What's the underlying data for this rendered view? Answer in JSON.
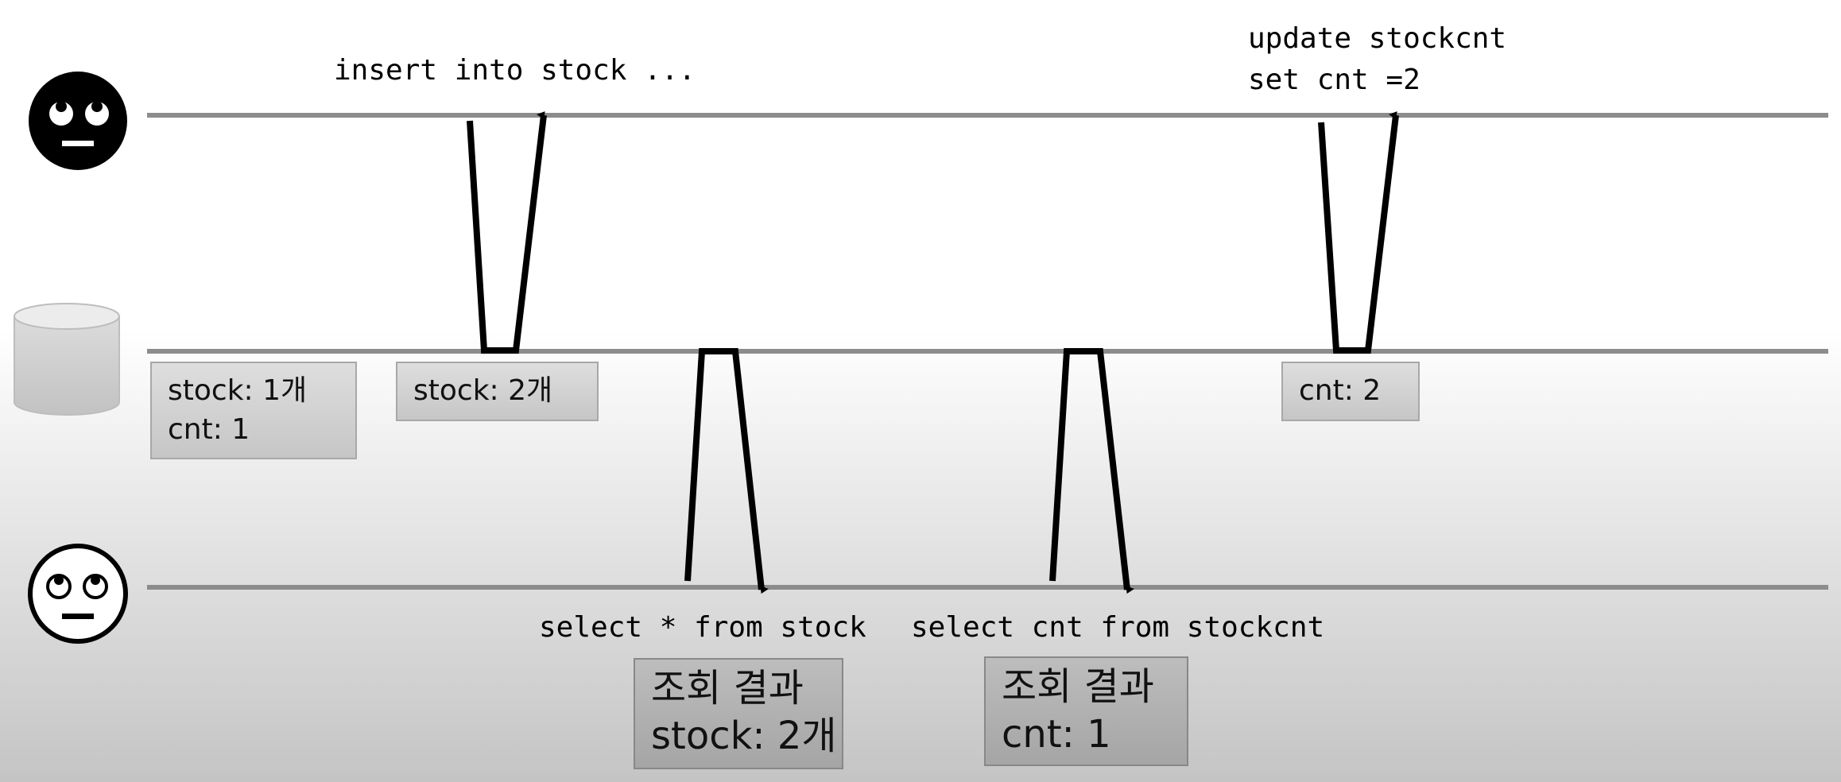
{
  "transactions": {
    "top": {
      "icon": "eye-rolling-face-icon",
      "queries": [
        {
          "lines": [
            "insert into stock ..."
          ]
        },
        {
          "lines": [
            "update stockcnt",
            "set cnt =2"
          ]
        }
      ]
    },
    "bottom": {
      "icon": "eye-rolling-face-outline-icon",
      "queries": [
        {
          "lines": [
            "select * from stock"
          ]
        },
        {
          "lines": [
            "select cnt from stockcnt"
          ]
        }
      ]
    }
  },
  "database": {
    "icon": "database-cylinder-icon",
    "states": [
      {
        "lines": [
          "stock: 1개",
          "cnt: 1"
        ]
      },
      {
        "lines": [
          "stock: 2개"
        ]
      },
      {
        "lines": [
          "cnt: 2"
        ]
      }
    ]
  },
  "results": [
    {
      "lines": [
        "조회 결과",
        "stock: 2개"
      ]
    },
    {
      "lines": [
        "조회 결과",
        "cnt: 1"
      ]
    }
  ]
}
